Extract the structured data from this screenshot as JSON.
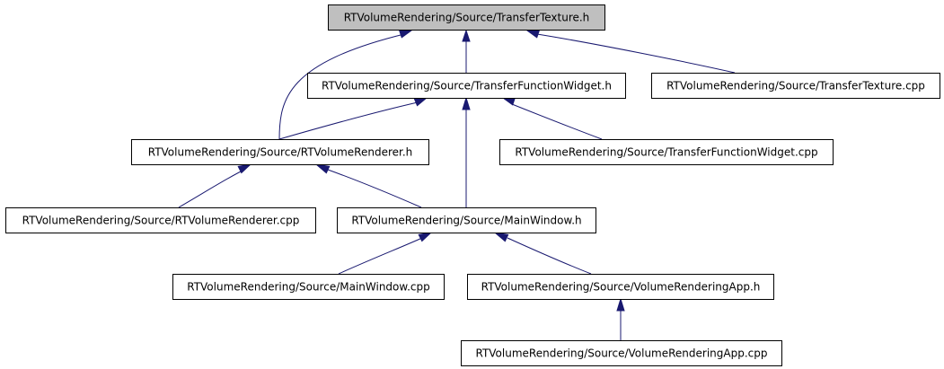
{
  "graph": {
    "colors": {
      "edge": "#191970",
      "root_fill": "#bfbfbf",
      "node_fill": "#ffffff",
      "node_border": "#000000"
    },
    "nodes": [
      {
        "id": "transfer_texture_h",
        "label": "RTVolumeRendering/Source/TransferTexture.h",
        "highlighted": true
      },
      {
        "id": "transfer_function_widget_h",
        "label": "RTVolumeRendering/Source/TransferFunctionWidget.h",
        "highlighted": false
      },
      {
        "id": "transfer_texture_cpp",
        "label": "RTVolumeRendering/Source/TransferTexture.cpp",
        "highlighted": false
      },
      {
        "id": "rtvolume_renderer_h",
        "label": "RTVolumeRendering/Source/RTVolumeRenderer.h",
        "highlighted": false
      },
      {
        "id": "transfer_function_widget_cpp",
        "label": "RTVolumeRendering/Source/TransferFunctionWidget.cpp",
        "highlighted": false
      },
      {
        "id": "rtvolume_renderer_cpp",
        "label": "RTVolumeRendering/Source/RTVolumeRenderer.cpp",
        "highlighted": false
      },
      {
        "id": "main_window_h",
        "label": "RTVolumeRendering/Source/MainWindow.h",
        "highlighted": false
      },
      {
        "id": "main_window_cpp",
        "label": "RTVolumeRendering/Source/MainWindow.cpp",
        "highlighted": false
      },
      {
        "id": "volume_rendering_app_h",
        "label": "RTVolumeRendering/Source/VolumeRenderingApp.h",
        "highlighted": false
      },
      {
        "id": "volume_rendering_app_cpp",
        "label": "RTVolumeRendering/Source/VolumeRenderingApp.cpp",
        "highlighted": false
      }
    ],
    "edges": [
      {
        "from": "transfer_function_widget_h",
        "to": "transfer_texture_h"
      },
      {
        "from": "transfer_texture_cpp",
        "to": "transfer_texture_h"
      },
      {
        "from": "rtvolume_renderer_h",
        "to": "transfer_texture_h"
      },
      {
        "from": "rtvolume_renderer_h",
        "to": "transfer_function_widget_h"
      },
      {
        "from": "transfer_function_widget_cpp",
        "to": "transfer_function_widget_h"
      },
      {
        "from": "main_window_h",
        "to": "transfer_function_widget_h"
      },
      {
        "from": "rtvolume_renderer_cpp",
        "to": "rtvolume_renderer_h"
      },
      {
        "from": "main_window_h",
        "to": "rtvolume_renderer_h"
      },
      {
        "from": "main_window_cpp",
        "to": "main_window_h"
      },
      {
        "from": "volume_rendering_app_h",
        "to": "main_window_h"
      },
      {
        "from": "volume_rendering_app_cpp",
        "to": "volume_rendering_app_h"
      }
    ]
  }
}
